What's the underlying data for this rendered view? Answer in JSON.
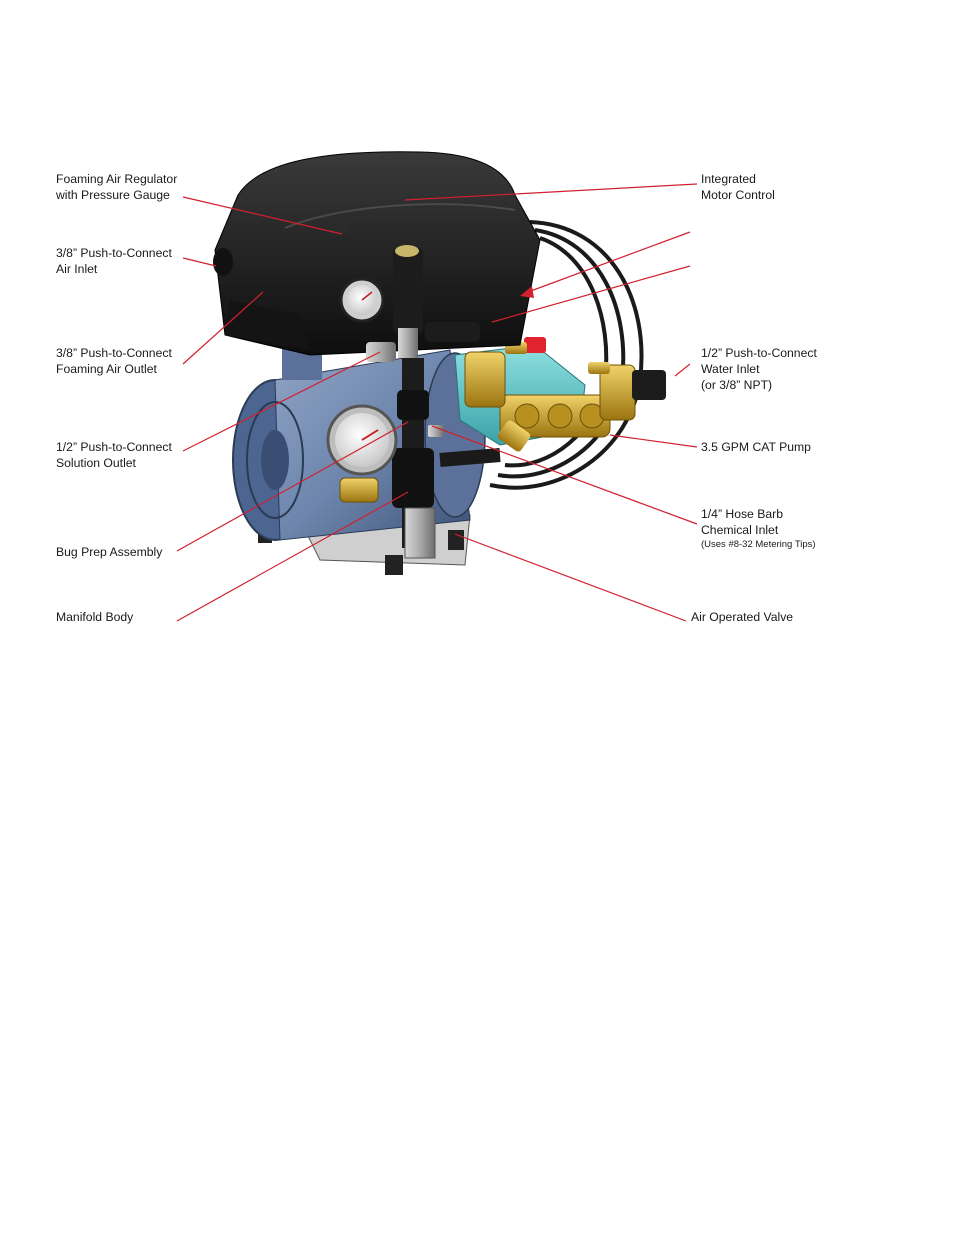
{
  "labels_left": [
    {
      "id": "foaming-air-regulator",
      "lines": [
        "Foaming Air Regulator",
        "with Pressure Gauge"
      ]
    },
    {
      "id": "air-inlet",
      "lines": [
        "3/8” Push-to-Connect",
        "Air Inlet"
      ]
    },
    {
      "id": "foaming-air-outlet",
      "lines": [
        "3/8”  Push-to-Connect",
        "Foaming Air Outlet"
      ]
    },
    {
      "id": "solution-outlet",
      "lines": [
        "1/2” Push-to-Connect",
        "Solution Outlet"
      ]
    },
    {
      "id": "bug-prep-assembly",
      "lines": [
        "Bug Prep Assembly"
      ]
    },
    {
      "id": "manifold-body",
      "lines": [
        "Manifold Body"
      ]
    }
  ],
  "labels_right": [
    {
      "id": "integrated-motor-control",
      "lines": [
        "Integrated",
        "Motor Control"
      ]
    },
    {
      "id": "water-inlet",
      "lines": [
        "1/2” Push-to-Connect",
        "Water Inlet",
        "(or 3/8” NPT)"
      ]
    },
    {
      "id": "cat-pump",
      "lines": [
        "3.5 GPM CAT Pump"
      ]
    },
    {
      "id": "chemical-inlet",
      "lines": [
        "1/4” Hose Barb",
        "Chemical Inlet"
      ],
      "note": "(Uses #8-32 Metering Tips)"
    },
    {
      "id": "air-operated-valve",
      "lines": [
        "Air Operated Valve"
      ]
    }
  ],
  "colors": {
    "leader_line": "#d2202f",
    "housing_black": "#1c1c1c",
    "motor_blue": "#6e86ad",
    "pump_teal": "#5ec6c8",
    "brass": "#c9a326",
    "text": "#1a1a1a"
  }
}
